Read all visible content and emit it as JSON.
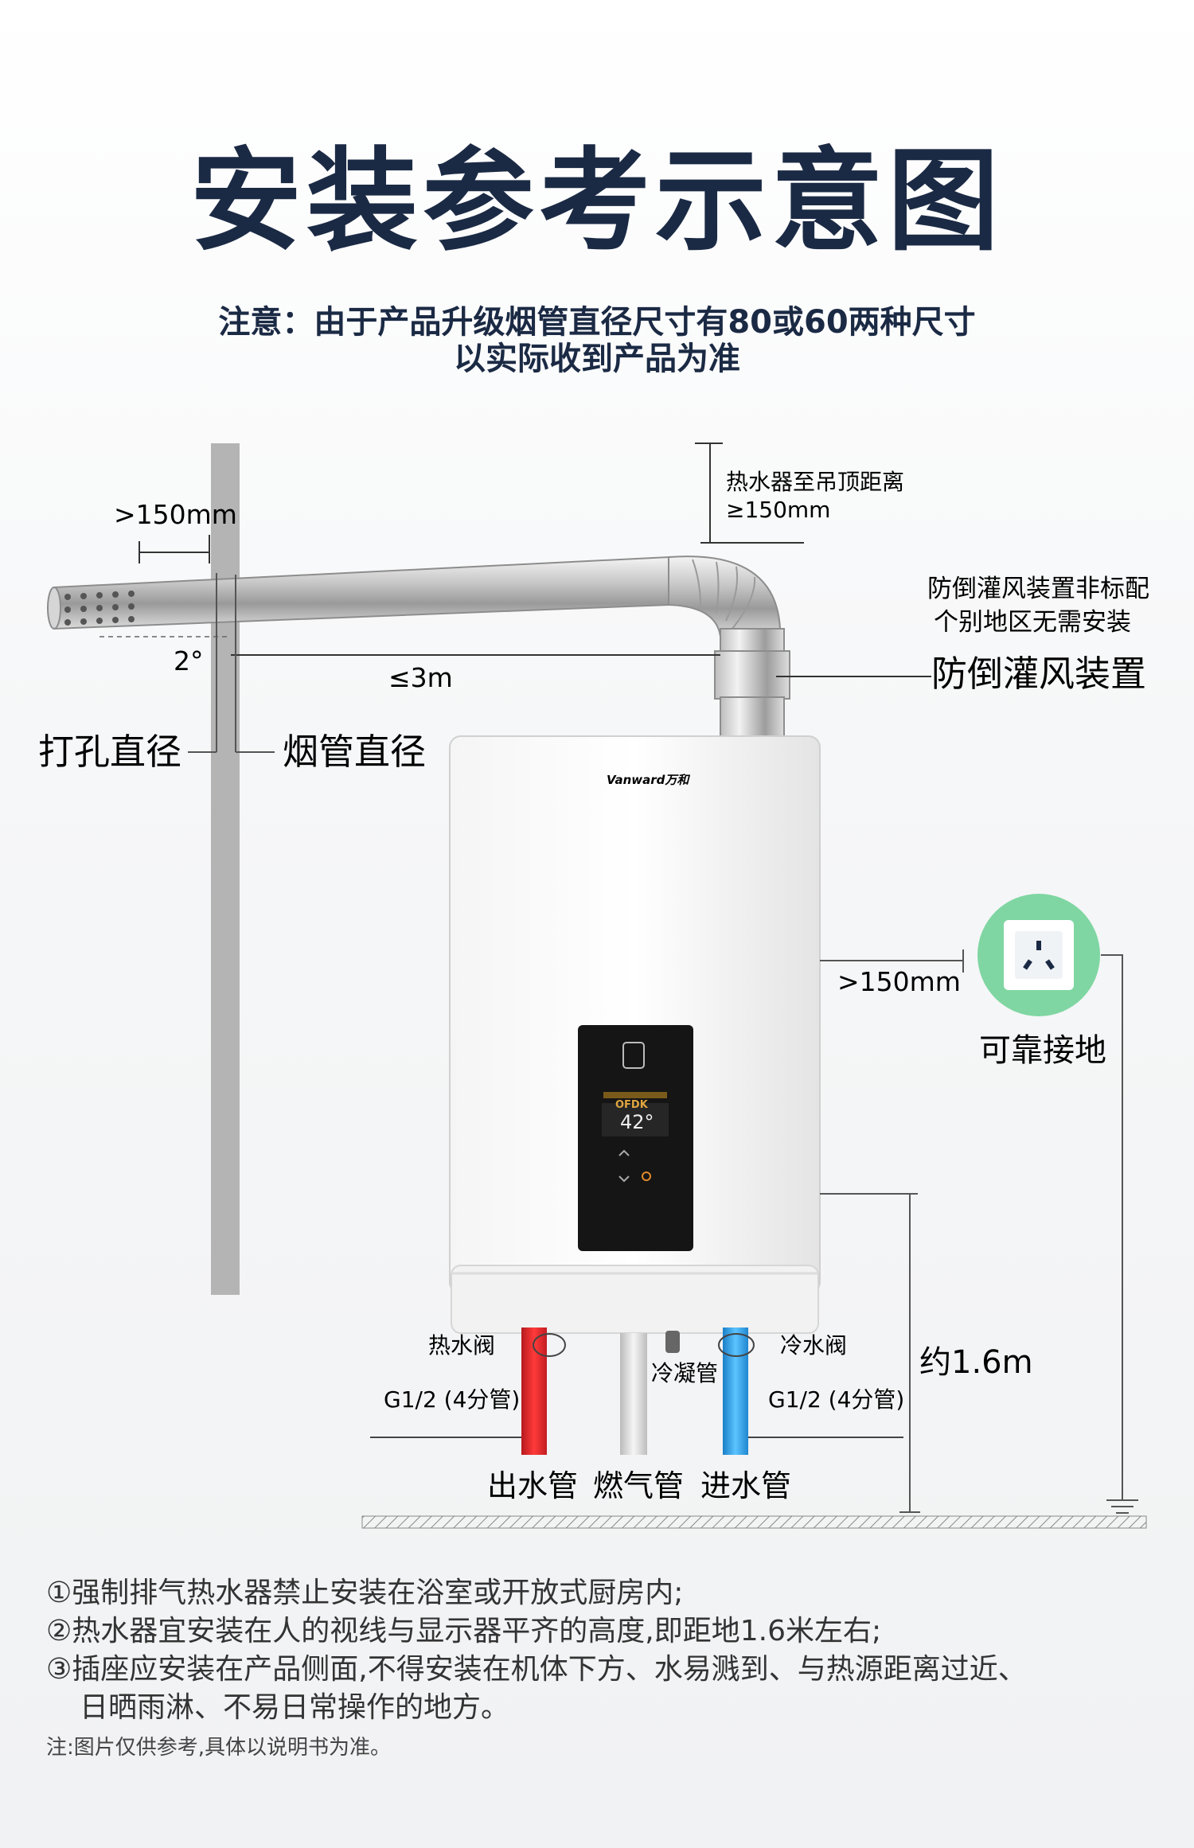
{
  "title": "安装参考示意图",
  "notice": {
    "line1": "注意：由于产品升级烟管直径尺寸有80或60两种尺寸",
    "line2": "以实际收到产品为准"
  },
  "labels": {
    "wall_clearance": ">150mm",
    "ceiling_distance_1": "热水器至吊顶距离",
    "ceiling_distance_2": "≥150mm",
    "slope": "2°",
    "pipe_length": "≤3m",
    "hole_diameter": "打孔直径",
    "pipe_diameter": "烟管直径",
    "backflow_note_1": "防倒灌风装置非标配",
    "backflow_note_2": "个别地区无需安装",
    "backflow_device": "防倒灌风装置",
    "socket_clearance": ">150mm",
    "socket_grounding": "可靠接地",
    "hot_valve": "热水阀",
    "cold_valve": "冷水阀",
    "condensate_pipe": "冷凝管",
    "hot_thread": "G1/2 (4分管)",
    "cold_thread": "G1/2 (4分管)",
    "height": "约1.6m",
    "outlet_pipe": "出水管",
    "gas_pipe": "燃气管",
    "inlet_pipe": "进水管"
  },
  "device": {
    "brand": "Vanward万和",
    "display_temp": "42°",
    "display_mode": "OFDK"
  },
  "notes": [
    "①强制排气热水器禁止安装在浴室或开放式厨房内;",
    "②热水器宜安装在人的视线与显示器平齐的高度,即距地1.6米左右;",
    "③插座应安装在产品侧面,不得安装在机体下方、水易溅到、与热源距离过近、",
    "日晒雨淋、不易日常操作的地方。"
  ],
  "footnote": "注:图片仅供参考,具体以说明书为准。",
  "colors": {
    "title": "#1b2a44",
    "hot_pipe": "#e0262a",
    "cold_pipe": "#2aa0e6",
    "socket_ring": "#7fd6a2"
  },
  "icons": {
    "socket": "socket-icon",
    "ground": "ground-symbol-icon"
  }
}
